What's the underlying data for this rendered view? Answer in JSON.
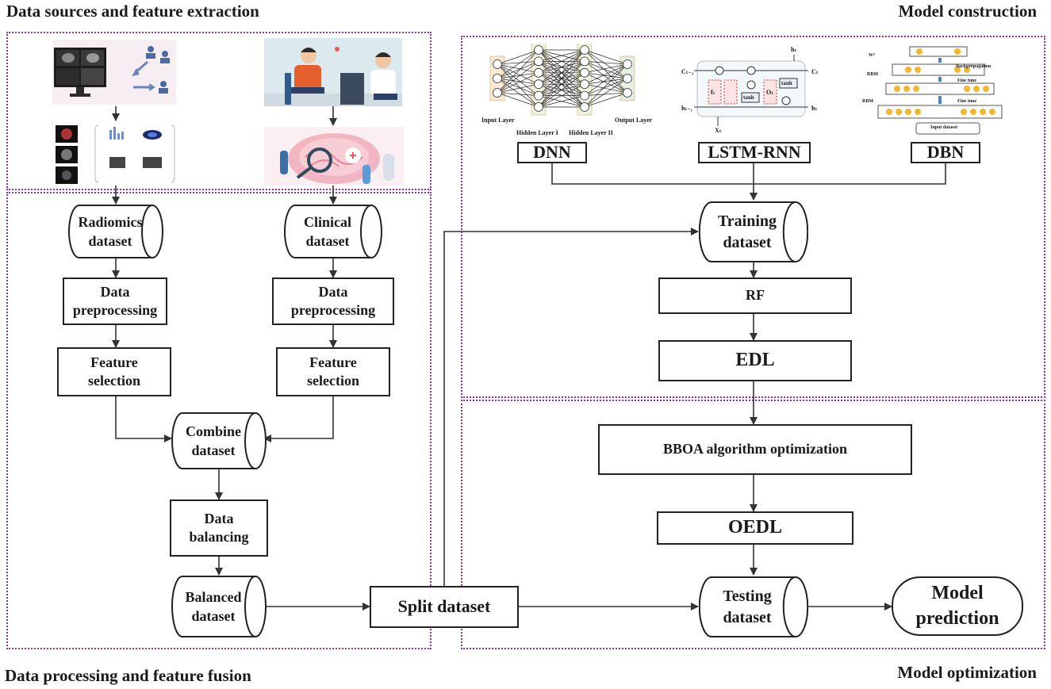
{
  "titles": {
    "top_left": "Data sources and feature extraction",
    "top_right": "Model construction",
    "bottom_left": "Data processing and feature fusion",
    "bottom_right": "Model optimization"
  },
  "left_pipeline": {
    "radiomics_dataset": [
      "Radiomics",
      "dataset"
    ],
    "clinical_dataset": [
      "Clinical",
      "dataset"
    ],
    "data_preprocessing_left": [
      "Data",
      "preprocessing"
    ],
    "data_preprocessing_right": [
      "Data",
      "preprocessing"
    ],
    "feature_selection_left": [
      "Feature",
      "selection"
    ],
    "feature_selection_right": [
      "Feature",
      "selection"
    ],
    "combine_dataset": [
      "Combine",
      "dataset"
    ],
    "data_balancing": [
      "Data",
      "balancing"
    ],
    "balanced_dataset": [
      "Balanced",
      "dataset"
    ]
  },
  "center": {
    "split_dataset": "Split dataset"
  },
  "right_pipeline": {
    "dnn": "DNN",
    "lstm_rnn": "LSTM-RNN",
    "dbn": "DBN",
    "training_dataset": [
      "Training",
      "dataset"
    ],
    "rf": "RF",
    "edl": "EDL",
    "bboa": "BBOA algorithm optimization",
    "oedl": "OEDL",
    "testing_dataset": [
      "Testing",
      "dataset"
    ],
    "model_prediction": [
      "Model",
      "prediction"
    ]
  },
  "dnn_figure": {
    "input_layer": "Input Layer",
    "hidden_layer_1": "Hidden Layer I",
    "hidden_layer_2": "Hidden Layer II",
    "output_layer": "Output Layer"
  },
  "lstm_figure": {
    "c_prev": "Cₜ₋₁",
    "c_t": "Cₜ",
    "h_prev": "hₜ₋₁",
    "h_t_top": "hₜ",
    "h_t_right": "hₜ",
    "x_t": "Xₜ",
    "f_t": "fₜ",
    "o_t": "Oₜ",
    "tanh_1": "tanh",
    "tanh_2": "tanh"
  },
  "dbn_figure": {
    "rbm_labels": [
      "W⁴",
      "RBM",
      "RBM"
    ],
    "layer_labels": [
      "Backpropagation",
      "Fine tune",
      "Fine tune"
    ],
    "input": "Input dataset"
  },
  "colors": {
    "zone_border": "#8e2fae",
    "arrow": "#333333",
    "box_border": "#222222"
  }
}
